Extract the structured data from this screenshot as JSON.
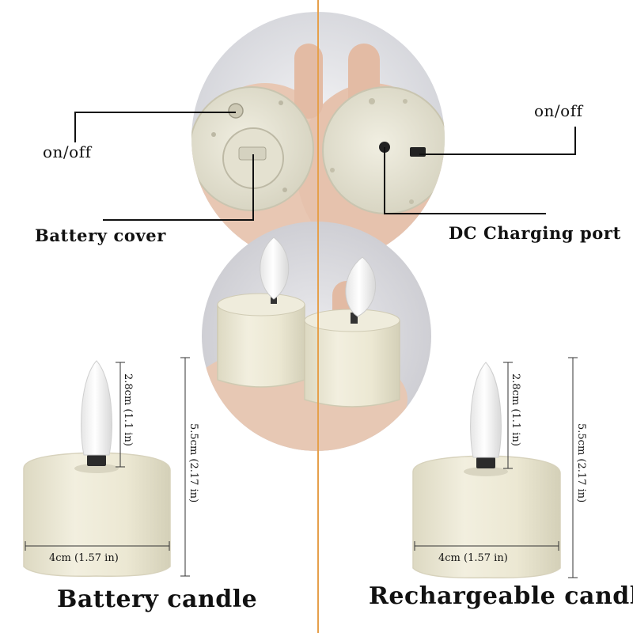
{
  "top_labels": {
    "battery_on_off": "on/off",
    "battery_cover": "Battery cover",
    "rechargeable_on_off": "on/off",
    "dc_charging_port": "DC Charging port"
  },
  "battery_candle": {
    "title": "Battery candle",
    "flame_height": "2.8cm (1.1 in)",
    "total_height": "5.5cm (2.17 in)",
    "width": "4cm (1.57 in)"
  },
  "rechargeable_candle": {
    "title": "Rechargeable candle",
    "flame_height": "2.8cm (1.1 in)",
    "total_height": "5.5cm (2.17 in)",
    "width": "4cm (1.57 in)"
  },
  "colors": {
    "candle_body": "#ece9d6",
    "divider": "#e6a04b",
    "background": "#ffffff"
  }
}
